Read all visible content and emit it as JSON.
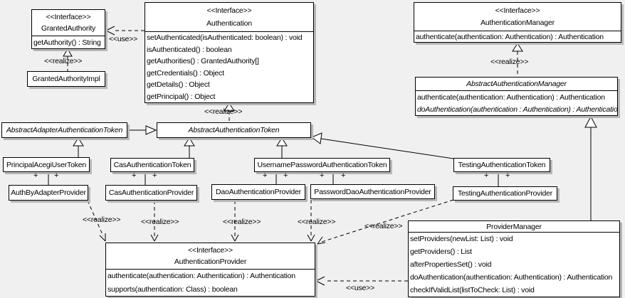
{
  "colors": {
    "background": "#f0f0f0",
    "box_fill": "#ffffff",
    "line": "#000000",
    "shadow": "#b8b8b8"
  },
  "labels": {
    "use": "<<use>>",
    "realize": "<<realize>>",
    "plus": "+"
  },
  "classes": [
    {
      "stereotype": "<<Interface>>",
      "name": "GrantedAuthority",
      "methods": [
        "getAuthority() : String"
      ]
    },
    {
      "name": "GrantedAuthorityImpl"
    },
    {
      "stereotype": "<<Interface>>",
      "name": "Authentication",
      "methods": [
        "setAuthenticated(isAuthenticated: boolean) : void",
        "isAuthenticated() : boolean",
        "getAuthorities() : GrantedAuthority[]",
        "getCredentials() : Object",
        "getDetails() : Object",
        "getPrincipal() : Object"
      ]
    },
    {
      "stereotype": "<<Interface>>",
      "name": "AuthenticationManager",
      "methods": [
        "authenticate(authentication: Authentication) : Authentication"
      ]
    },
    {
      "name": "AbstractAuthenticationManager",
      "abstract": true,
      "methods": [
        "authenticate(authentication: Authentication) : Authentication",
        "doAuthentication(authentication : Authentication) : Authentication"
      ]
    },
    {
      "name": "AbstractAdapterAuthenticationToken",
      "abstract": true
    },
    {
      "name": "AbstractAuthenticationToken",
      "abstract": true
    },
    {
      "name": "PrincipalAcegiUserToken"
    },
    {
      "name": "CasAuthenticationToken"
    },
    {
      "name": "UsernamePasswordAuthenticationToken"
    },
    {
      "name": "TestingAuthenticationToken"
    },
    {
      "name": "AuthByAdapterProvider"
    },
    {
      "name": "CasAuthenticationProvider"
    },
    {
      "name": "DaoAuthenticationProvider"
    },
    {
      "name": "PasswordDaoAuthenticationProvider"
    },
    {
      "name": "TestingAuthenticationProvider"
    },
    {
      "stereotype": "<<Interface>>",
      "name": "AuthenticationProvider",
      "methods": [
        "authenticate(authentication: Authentication) : Authentication",
        "supports(authentication: Class) : boolean"
      ]
    },
    {
      "name": "ProviderManager",
      "methods": [
        "setProviders(newList: List) : void",
        "getProviders() : List",
        "afterPropertiesSet() : void",
        "doAuthentication(authentication: Authentication) : Authentication",
        "checkIfValidList(listToCheck: List) : void"
      ]
    }
  ]
}
